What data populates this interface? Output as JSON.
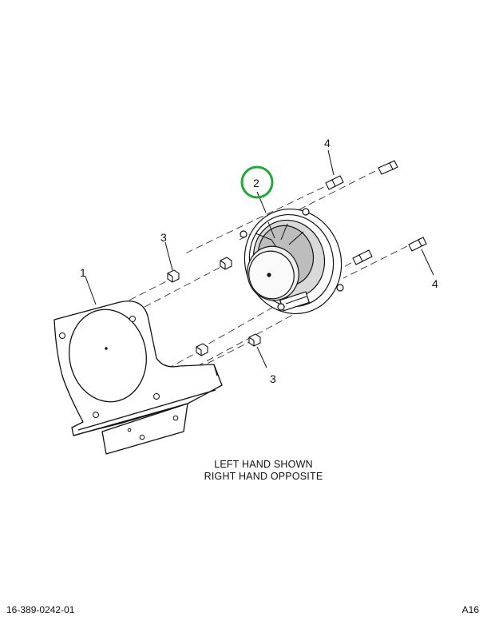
{
  "callouts": {
    "c1": "1",
    "c2": "2",
    "c3_upper": "3",
    "c3_lower": "3",
    "c4_upper": "4",
    "c4_lower": "4"
  },
  "highlight_color": "#22a83a",
  "note": {
    "line1": "LEFT HAND SHOWN",
    "line2": "RIGHT HAND OPPOSITE"
  },
  "footer": {
    "drawing_number": "16-389-0242-01",
    "sheet": "A16"
  }
}
